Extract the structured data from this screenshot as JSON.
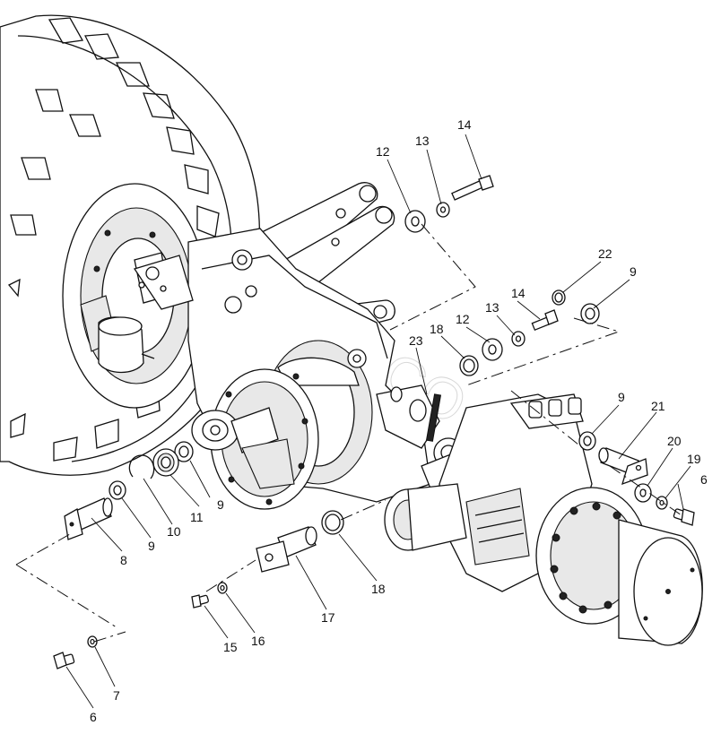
{
  "diagram": {
    "callouts": [
      {
        "id": "c-6a",
        "label": "6"
      },
      {
        "id": "c-6b",
        "label": "6"
      },
      {
        "id": "c-7",
        "label": "7"
      },
      {
        "id": "c-8",
        "label": "8"
      },
      {
        "id": "c-9a",
        "label": "9"
      },
      {
        "id": "c-9b",
        "label": "9"
      },
      {
        "id": "c-9c",
        "label": "9"
      },
      {
        "id": "c-9d",
        "label": "9"
      },
      {
        "id": "c-10",
        "label": "10"
      },
      {
        "id": "c-11",
        "label": "11"
      },
      {
        "id": "c-12a",
        "label": "12"
      },
      {
        "id": "c-12b",
        "label": "12"
      },
      {
        "id": "c-13a",
        "label": "13"
      },
      {
        "id": "c-13b",
        "label": "13"
      },
      {
        "id": "c-14a",
        "label": "14"
      },
      {
        "id": "c-14b",
        "label": "14"
      },
      {
        "id": "c-15",
        "label": "15"
      },
      {
        "id": "c-16",
        "label": "16"
      },
      {
        "id": "c-17",
        "label": "17"
      },
      {
        "id": "c-18a",
        "label": "18"
      },
      {
        "id": "c-18b",
        "label": "18"
      },
      {
        "id": "c-19",
        "label": "19"
      },
      {
        "id": "c-20",
        "label": "20"
      },
      {
        "id": "c-21",
        "label": "21"
      },
      {
        "id": "c-22",
        "label": "22"
      },
      {
        "id": "c-23",
        "label": "23"
      }
    ]
  }
}
